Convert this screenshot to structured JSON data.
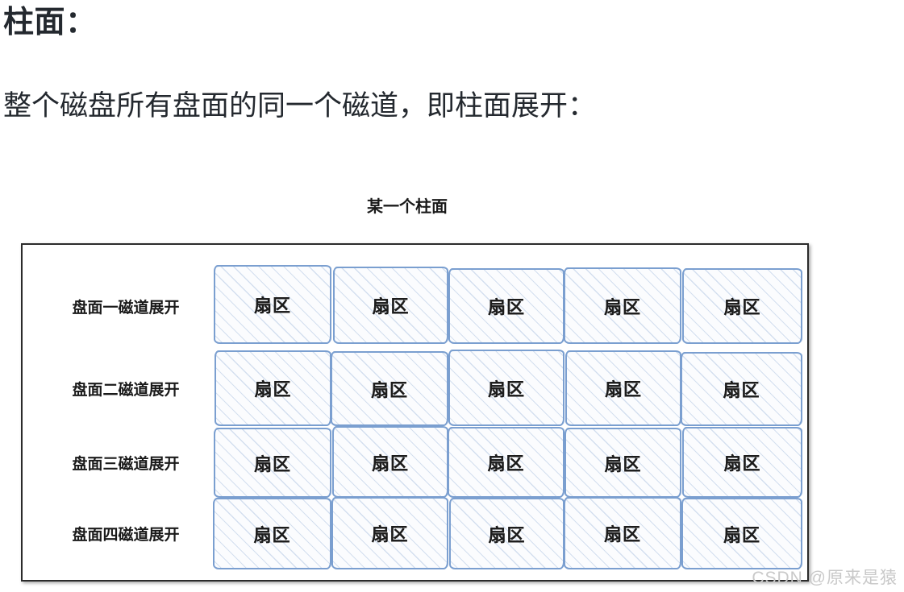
{
  "page": {
    "heading": "柱面：",
    "paragraph": "整个磁盘所有盘面的同一个磁道，即柱面展开："
  },
  "diagram": {
    "title": "某一个柱面",
    "frame_border_color": "#2b2b2b",
    "sector_border_color": "#7b9fd0",
    "sector_fill_color": "#fbfcfe",
    "rows": [
      {
        "label": "盘面一磁道展开",
        "sectors": [
          {
            "label": "扇区"
          },
          {
            "label": "扇区"
          },
          {
            "label": "扇区"
          },
          {
            "label": "扇区"
          },
          {
            "label": "扇区"
          }
        ]
      },
      {
        "label": "盘面二磁道展开",
        "sectors": [
          {
            "label": "扇区"
          },
          {
            "label": "扇区"
          },
          {
            "label": "扇区"
          },
          {
            "label": "扇区"
          },
          {
            "label": "扇区"
          }
        ]
      },
      {
        "label": "盘面三磁道展开",
        "sectors": [
          {
            "label": "扇区"
          },
          {
            "label": "扇区"
          },
          {
            "label": "扇区"
          },
          {
            "label": "扇区"
          },
          {
            "label": "扇区"
          }
        ]
      },
      {
        "label": "盘面四磁道展开",
        "sectors": [
          {
            "label": "扇区"
          },
          {
            "label": "扇区"
          },
          {
            "label": "扇区"
          },
          {
            "label": "扇区"
          },
          {
            "label": "扇区"
          }
        ]
      }
    ]
  },
  "watermark": {
    "text": "CSDN @原来是猿"
  }
}
